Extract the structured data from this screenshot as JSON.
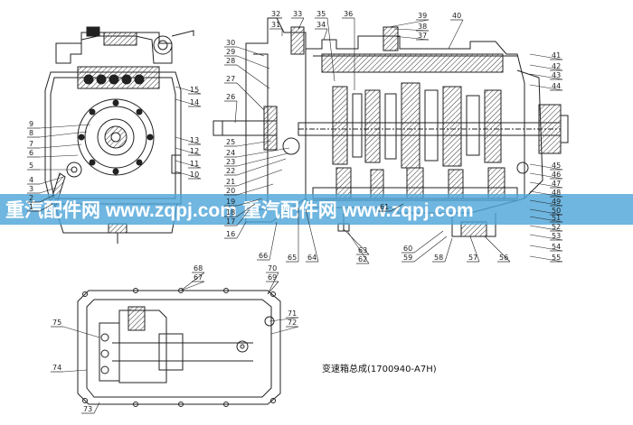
{
  "caption": "变速箱总成(1700940-A7H)",
  "watermark": {
    "text": "重汽配件网 www.zqpj.com 重汽配件网 www.zqpj.com",
    "band_color": "#4fa6d9"
  },
  "colors": {
    "line": "#222222",
    "hatch": "#333333"
  },
  "labels_left": [
    {
      "num": "1",
      "pair": false
    },
    {
      "num": "2",
      "pair": false
    },
    {
      "num": "3",
      "pair": false
    },
    {
      "num": "4",
      "pair": false
    },
    {
      "num": "5",
      "pair": false
    },
    {
      "num": "6",
      "pair": false
    },
    {
      "num": "7",
      "pair": false
    },
    {
      "num": "8",
      "pair": false
    },
    {
      "num": "9",
      "pair": false
    }
  ],
  "labels_front_right": [
    "10",
    "11",
    "12",
    "13",
    "14",
    "15"
  ],
  "labels_section_left": [
    "16",
    "17",
    "18",
    "19",
    "20",
    "21",
    "22",
    "23",
    "24",
    "25",
    "26",
    "27",
    "28",
    "29",
    "30"
  ],
  "labels_top": [
    "31",
    "32",
    "33",
    "34",
    "35",
    "36",
    "37",
    "38",
    "39",
    "40"
  ],
  "labels_section_right": [
    "41",
    "42",
    "43",
    "44",
    "45",
    "46",
    "47",
    "48",
    "49",
    "50",
    "51",
    "52",
    "53",
    "54",
    "55"
  ],
  "labels_bottom": [
    "56",
    "57",
    "58",
    "59",
    "60",
    "61",
    "62",
    "63",
    "64",
    "65",
    "66"
  ],
  "labels_plan": [
    "67",
    "68",
    "69",
    "70",
    "71",
    "72",
    "73",
    "74",
    "75"
  ]
}
